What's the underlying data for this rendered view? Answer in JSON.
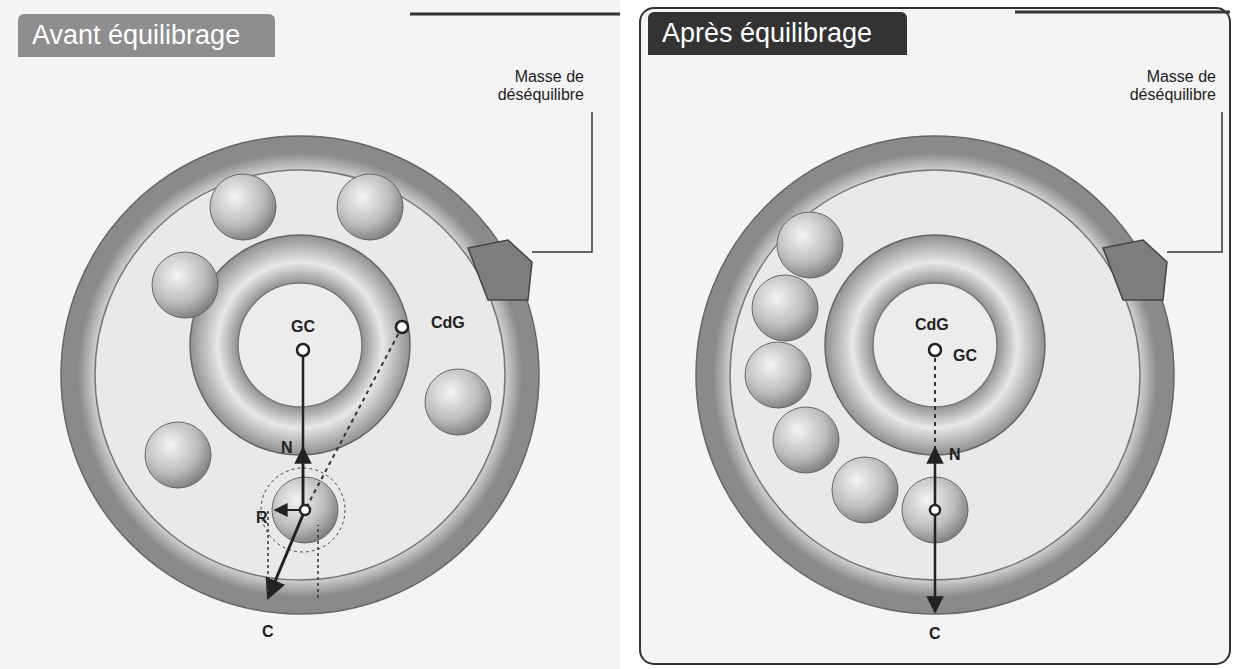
{
  "diagram": {
    "nodes": [
      {
        "text": [
          "Avant équilibrage"
        ]
      },
      {
        "text": [
          "Après équilibrage"
        ]
      }
    ],
    "labels": [
      "Masse de déséquilibre",
      "GC",
      "CdG",
      "N",
      "R",
      "C",
      "Masse de déséquilibre",
      "CdG",
      "GC",
      "N",
      "C"
    ]
  }
}
